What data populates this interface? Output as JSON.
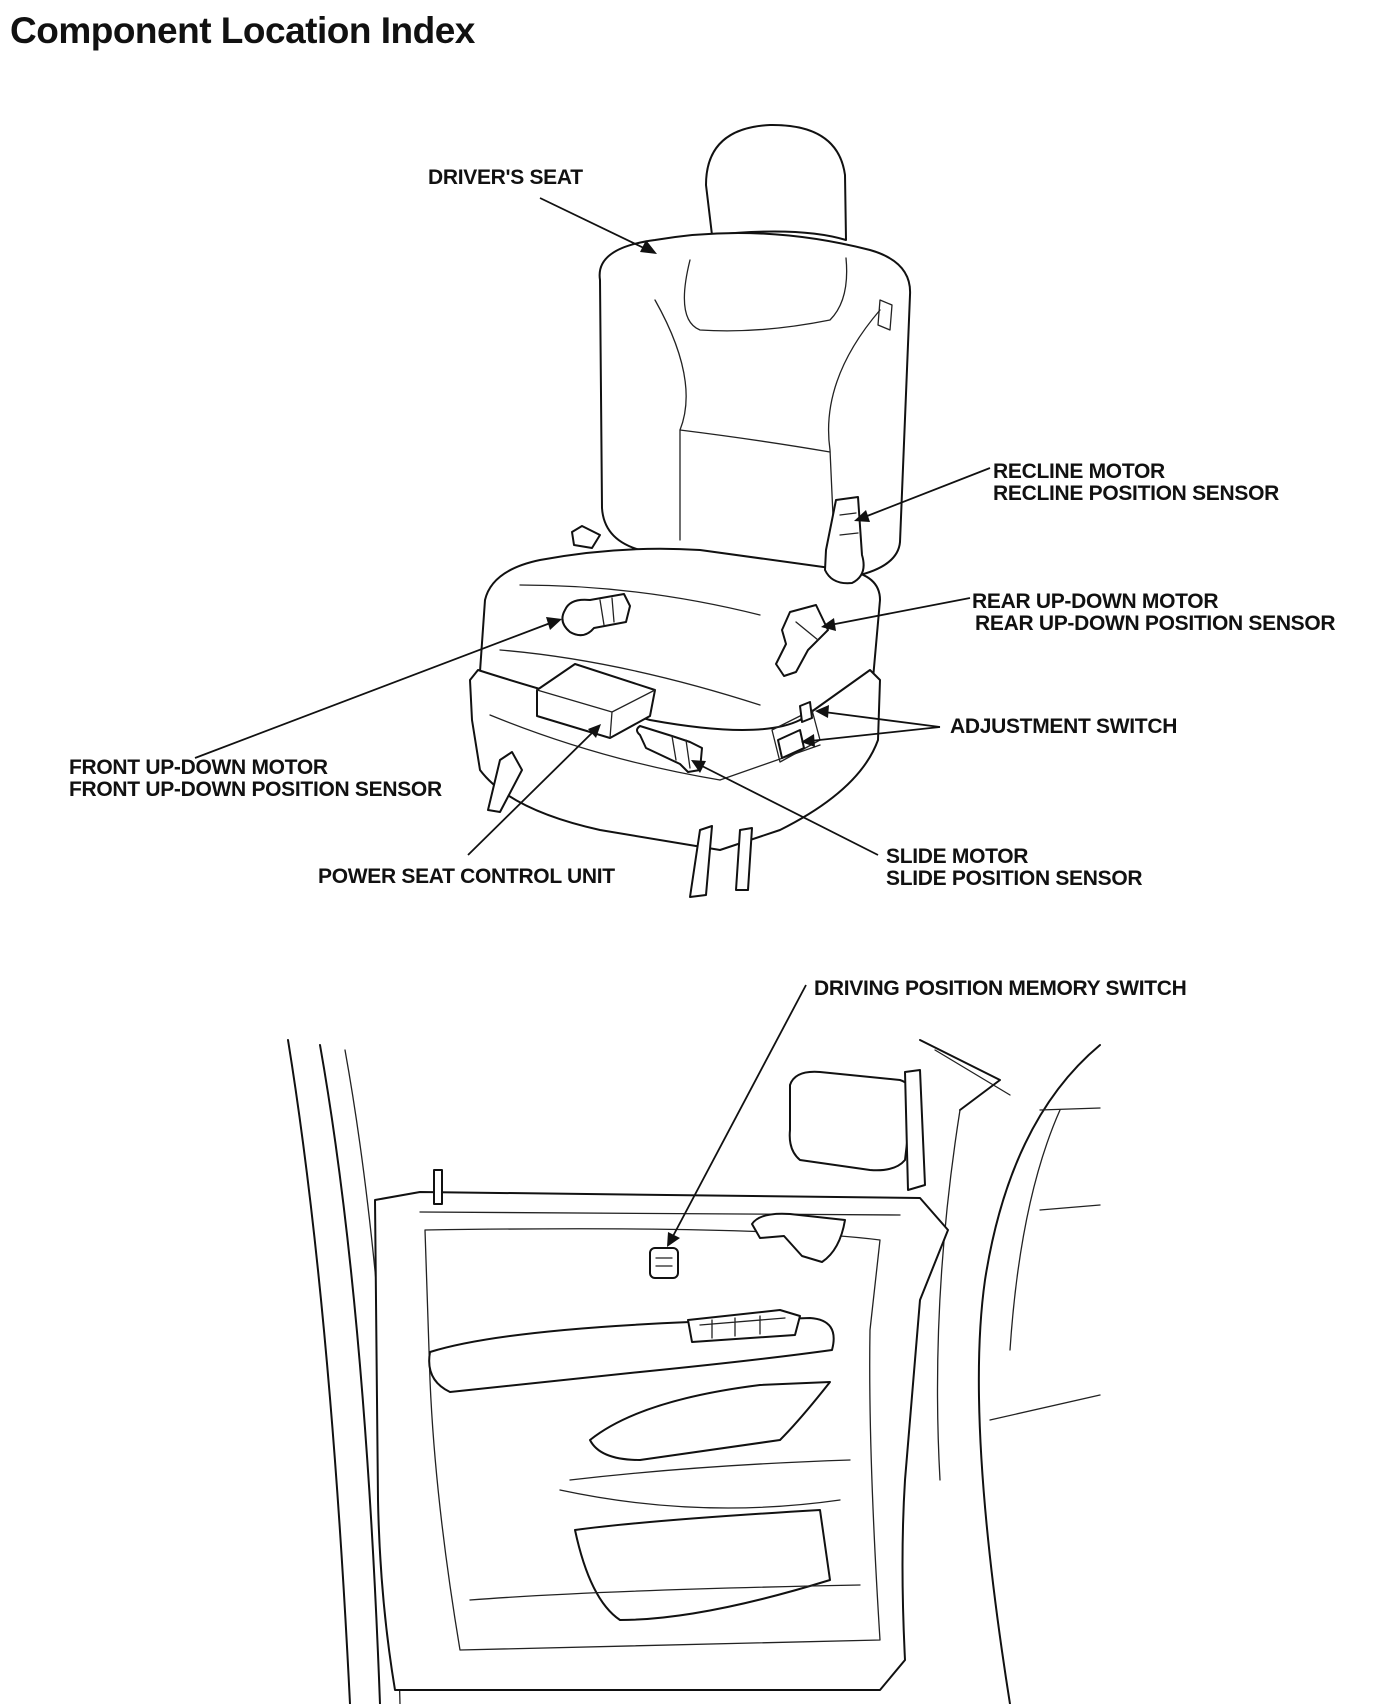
{
  "page_title": "Component Location Index",
  "labels": {
    "drivers_seat": "DRIVER'S SEAT",
    "recline": [
      "RECLINE MOTOR",
      "RECLINE POSITION SENSOR"
    ],
    "rear_up_down": [
      "REAR UP-DOWN MOTOR",
      "REAR UP-DOWN POSITION SENSOR"
    ],
    "adjustment_switch": "ADJUSTMENT SWITCH",
    "front_up_down": [
      "FRONT UP-DOWN MOTOR",
      "FRONT UP-DOWN POSITION SENSOR"
    ],
    "power_seat_control_unit": "POWER SEAT CONTROL UNIT",
    "slide": [
      "SLIDE MOTOR",
      "SLIDE POSITION SENSOR"
    ],
    "driving_position_memory_switch": "DRIVING POSITION MEMORY SWITCH"
  }
}
